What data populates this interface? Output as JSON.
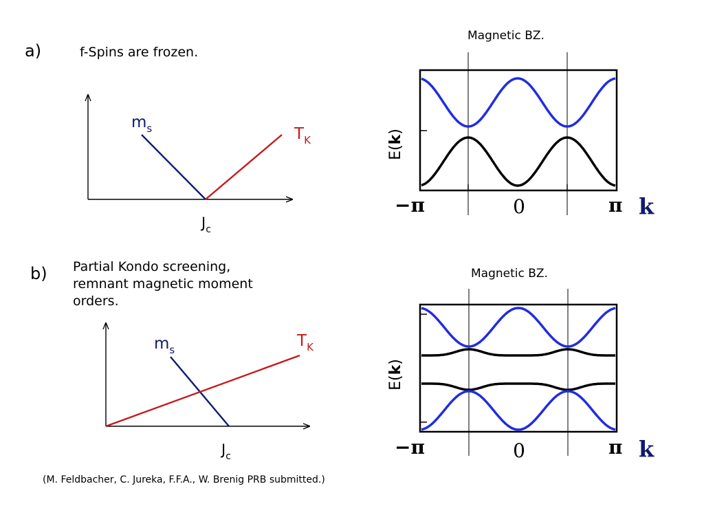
{
  "panel_a": {
    "label": "a)",
    "caption": "f-Spins are frozen.",
    "sketch": {
      "ms_label": "m",
      "ms_sub": "s",
      "tk_label": "T",
      "tk_sub": "K",
      "jc_label": "J",
      "jc_sub": "c"
    },
    "bands": {
      "bz_label": "Magnetic BZ.",
      "ylabel_prefix": "E(",
      "ylabel_bold": "k",
      "ylabel_suffix": ")",
      "tick_minus_pi": "−π",
      "tick_zero": "0",
      "tick_pi": "π",
      "k_label": "k"
    }
  },
  "panel_b": {
    "label": "b)",
    "caption_lines": [
      "Partial Kondo screening,",
      "remnant magnetic moment",
      "orders."
    ],
    "sketch": {
      "ms_label": "m",
      "ms_sub": "s",
      "tk_label": "T",
      "tk_sub": "K",
      "jc_label": "J",
      "jc_sub": "c"
    },
    "bands": {
      "bz_label": "Magnetic BZ.",
      "ylabel_prefix": "E(",
      "ylabel_bold": "k",
      "ylabel_suffix": ")",
      "tick_minus_pi": "−π",
      "tick_zero": "0",
      "tick_pi": "π",
      "k_label": "k"
    }
  },
  "citation": "(M.  Feldbacher, C. Jureka, F.F.A., W. Brenig PRB submitted.)",
  "colors": {
    "ms_line": "#0f1a6e",
    "tk_line": "#c41a1a",
    "blue_band": "#1f2de0",
    "black_band": "#000000",
    "k_label": "#0f1a6e"
  }
}
